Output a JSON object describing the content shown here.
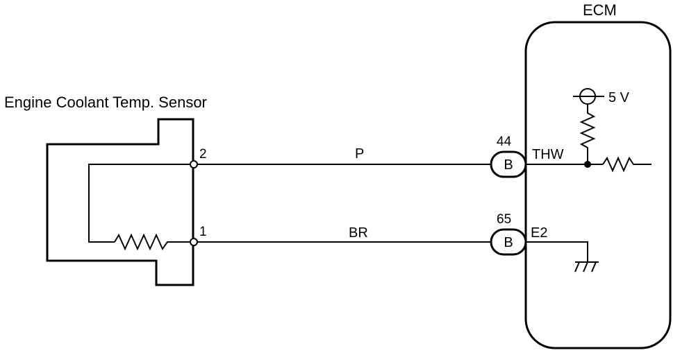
{
  "sensor": {
    "title": "Engine Coolant Temp. Sensor",
    "pins": {
      "pin2": "2",
      "pin1": "1"
    }
  },
  "ecm": {
    "title": "ECM",
    "supply_label": "5 V",
    "signals": {
      "thw": "THW",
      "e2": "E2"
    }
  },
  "wires": {
    "upper": {
      "color_code": "P",
      "pin_number": "44",
      "connector": "B"
    },
    "lower": {
      "color_code": "BR",
      "pin_number": "65",
      "connector": "B"
    }
  }
}
